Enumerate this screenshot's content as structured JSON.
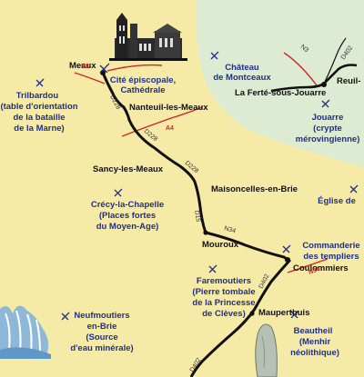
{
  "towns": {
    "meaux": "Meaux",
    "nanteuil": "Nanteuil-les-Meaux",
    "sancy": "Sancy-les-Meaux",
    "maisoncelles": "Maisoncelles-en-Brie",
    "mouroux": "Mouroux",
    "coulommiers": "Coulommiers",
    "mauperthuis": "Mauperthuis",
    "la_ferte": "La Ferté-sous-Jouarre",
    "reuil": "Reuil-"
  },
  "sites": {
    "cite_episcopale": [
      "Cité épiscopale,",
      "Cathédrale"
    ],
    "chateau_montceaux": [
      "Château",
      "de Montceaux"
    ],
    "trilbardou": [
      "Trilbardou",
      "(table d'orientation",
      "de la bataille",
      "de la Marne)"
    ],
    "jouarre": [
      "Jouarre",
      "(crypte",
      "mérovingienne)"
    ],
    "eglise": [
      "Église de"
    ],
    "crecy": [
      "Crécy-la-Chapelle",
      "(Places fortes",
      "du Moyen-Age)"
    ],
    "commanderie": [
      "Commanderie",
      "des templiers"
    ],
    "faremoutiers": [
      "Faremoutiers",
      "(Pierre tombale",
      "de la Princesse",
      "de Clèves)"
    ],
    "neufmoutiers": [
      "Neufmoutiers",
      "en-Brie",
      "(Source",
      "d'eau minérale)"
    ],
    "beautheil": [
      "Beautheil",
      "(Menhir",
      "néolithique)"
    ]
  },
  "roads": {
    "n3_west": "N3",
    "d228_a": "D228",
    "a4": "A4",
    "d228_b": "D228",
    "d228_c": "D228",
    "d15": "D15",
    "n34": "N34",
    "n34_east": "N34",
    "d402_a": "D402",
    "d402_b": "D402",
    "n3_east": "N3",
    "d402_ne": "D402"
  },
  "colors": {
    "land": "#f6eba6",
    "forest": "#dcebd1",
    "route": "#111111",
    "label": "#1f2f8a",
    "road_red": "#d3242a",
    "road_label": "#333333"
  }
}
